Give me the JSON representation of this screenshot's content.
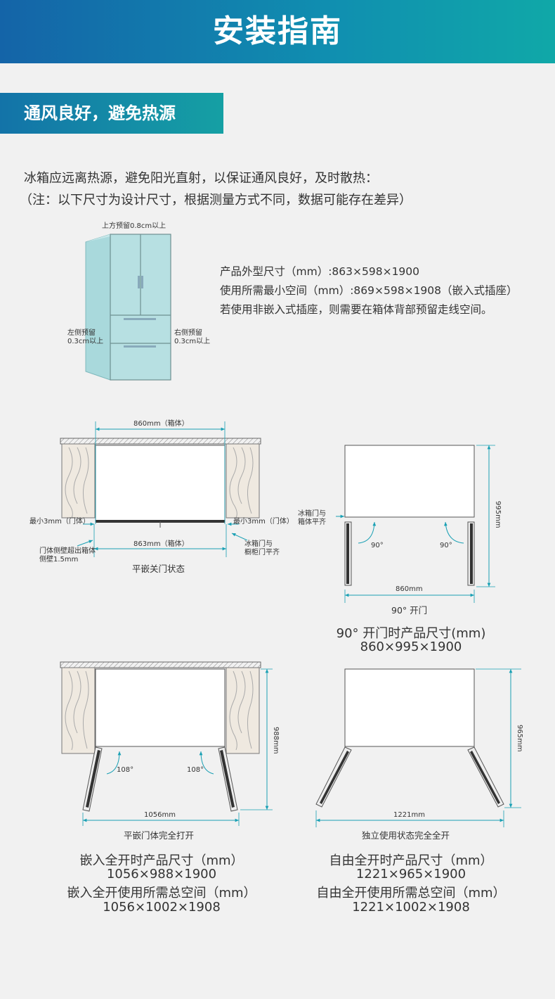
{
  "header": {
    "title": "安装指南"
  },
  "section": {
    "title": "通风良好，避免热源"
  },
  "intro": {
    "line1": "冰箱应远离热源，避免阳光直射，以保证通风良好，及时散热：",
    "line2": "（注：以下尺寸为设计尺寸，根据测量方式不同，数据可能存在差异）"
  },
  "fridge_clearance": {
    "top": "上方预留0.8cm以上",
    "left_1": "左侧预留",
    "left_2": "0.3cm以上",
    "right_1": "右侧预留",
    "right_2": "0.3cm以上"
  },
  "specs": {
    "outer": "产品外型尺寸（mm）:863×598×1900",
    "min_space": "使用所需最小空间（mm）:869×598×1908（嵌入式插座）",
    "note": "若使用非嵌入式插座，则需要在箱体背部预留走线空间。"
  },
  "diagram_closed": {
    "cabinet_width": "860mm（箱体）",
    "body_width": "863mm（箱体）",
    "min_left": "最小3mm（门体）",
    "min_right": "最小3mm（门体）",
    "side_note_1": "门体侧壁超出箱体",
    "side_note_2": "侧壁1.5mm",
    "flush_1": "冰箱门与",
    "flush_2": "橱柜门平齐",
    "caption": "平嵌关门状态"
  },
  "diagram_90": {
    "flush_1": "冰箱门与",
    "flush_2": "箱体平齐",
    "angle_left": "90°",
    "angle_right": "90°",
    "depth": "995mm",
    "width": "860mm",
    "caption": "90° 开门",
    "title": "90° 开门时产品尺寸(mm)",
    "dims": "860×995×1900"
  },
  "diagram_embedded_open": {
    "angle_left": "108°",
    "angle_right": "108°",
    "depth": "988mm",
    "width": "1056mm",
    "caption": "平嵌门体完全打开",
    "line1": "嵌入全开时产品尺寸（mm）",
    "line2": "1056×988×1900",
    "line3": "嵌入全开使用所需总空间（mm）",
    "line4": "1056×1002×1908"
  },
  "diagram_free_open": {
    "depth": "965mm",
    "width": "1221mm",
    "caption": "独立使用状态完全全开",
    "line1": "自由全开时产品尺寸（mm）",
    "line2": "1221×965×1900",
    "line3": "自由全开使用所需总空间（mm）",
    "line4": "1221×1002×1908"
  },
  "colors": {
    "accent": "#1aa0b4",
    "banner_start": "#1464a8",
    "banner_end": "#10a8a8",
    "fridge": "#a9d9dc",
    "dim_line": "#1aa0b4"
  }
}
